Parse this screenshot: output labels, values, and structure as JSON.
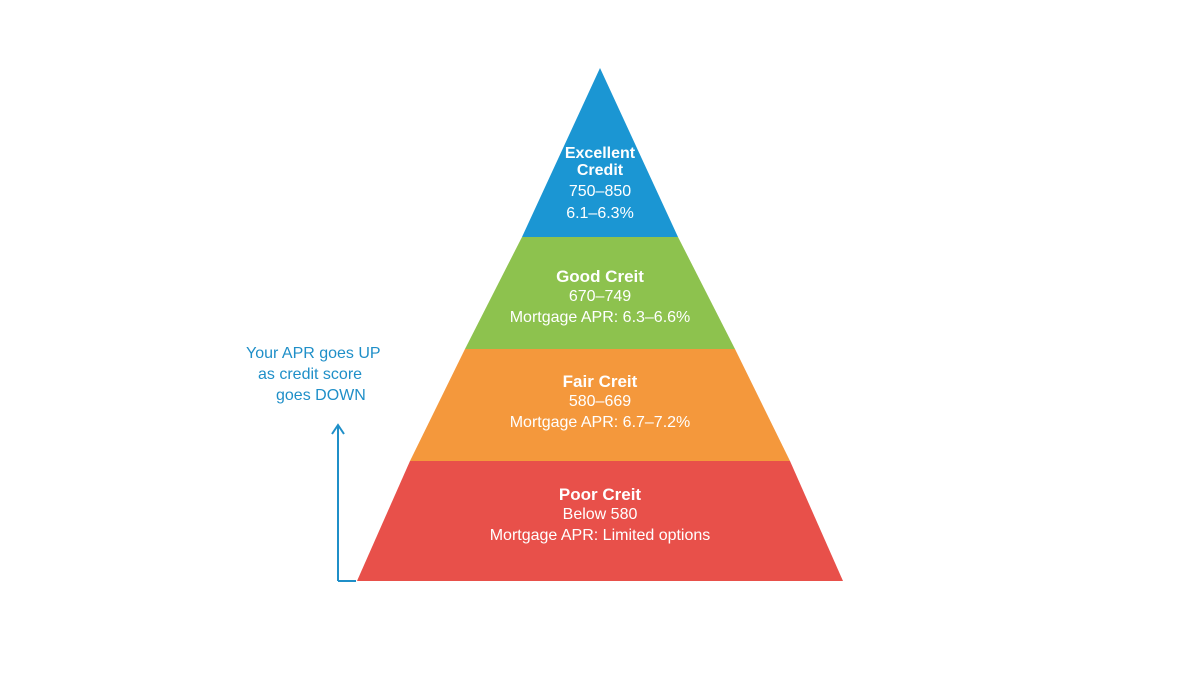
{
  "tiers": [
    {
      "name": "Excellent Credit",
      "title_lines": [
        "Excellent",
        "Credit"
      ],
      "score_range": "750–850",
      "apr": "6.1–6.3%",
      "color": "#1b96d3"
    },
    {
      "name": "Good Creit",
      "score_range": "670–749",
      "apr": "Mortgage APR: 6.3–6.6%",
      "color": "#8dc24e"
    },
    {
      "name": "Fair Creit",
      "score_range": "580–669",
      "apr": "Mortgage APR: 6.7–7.2%",
      "color": "#f4983c"
    },
    {
      "name": "Poor Creit",
      "score_range": "Below 580",
      "apr": "Mortgage APR: Limited options",
      "color": "#e8504a"
    }
  ],
  "annotation": {
    "lines": [
      "Your APR goes UP",
      "as credit score",
      "goes DOWN"
    ],
    "color": "#1f8fc8"
  }
}
